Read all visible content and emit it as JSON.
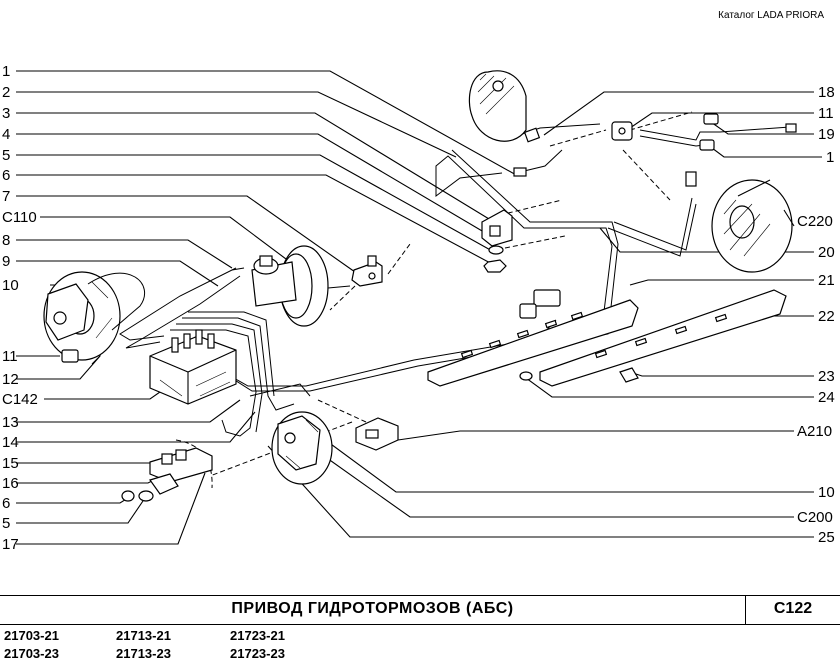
{
  "header": {
    "catalog": "Каталог  LADA  PRIORA"
  },
  "callouts_left": [
    "1",
    "2",
    "3",
    "4",
    "5",
    "6",
    "7",
    "C110",
    "8",
    "9",
    "10",
    "11",
    "12",
    "C142",
    "13",
    "14",
    "15",
    "16",
    "6",
    "5",
    "17"
  ],
  "callouts_right": [
    "18",
    "11",
    "19",
    "1",
    "C220",
    "20",
    "21",
    "22",
    "23",
    "24",
    "A210",
    "10",
    "C200",
    "25"
  ],
  "footer": {
    "title": "ПРИВОД  ГИДРОТОРМОЗОВ  (АБС)",
    "page_code": "C122",
    "models": [
      "21703-21",
      "21713-21",
      "21723-21",
      "21703-23",
      "21713-23",
      "21723-23"
    ]
  }
}
